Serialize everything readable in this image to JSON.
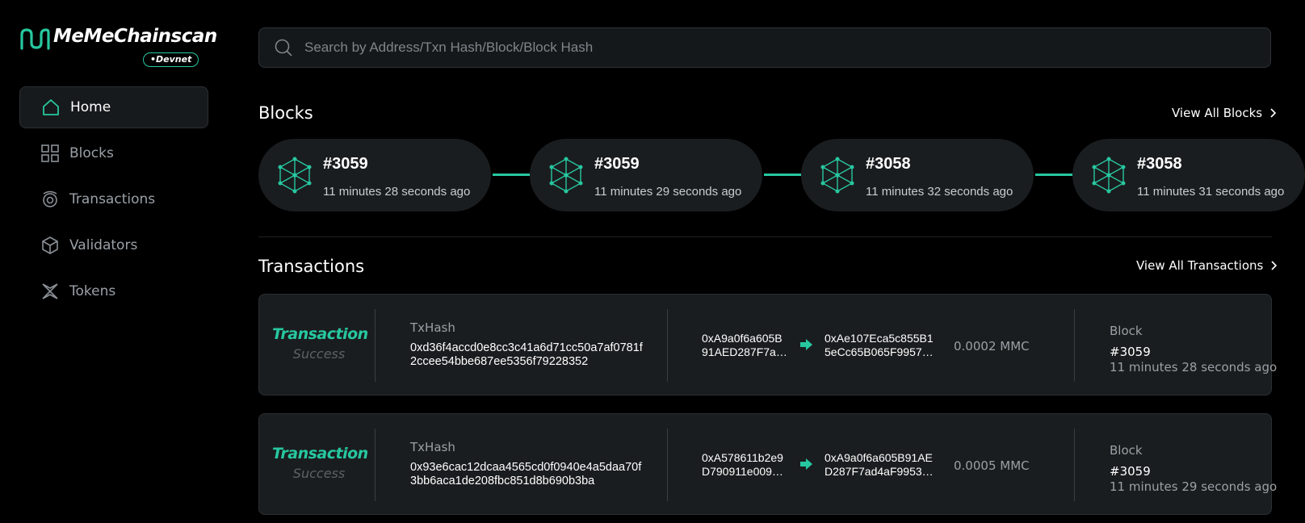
{
  "app": {
    "logo_text": "MeMeChainscan",
    "network_badge": "•Devnet"
  },
  "sidebar": {
    "items": [
      {
        "label": "Home",
        "icon": "home-icon",
        "active": true
      },
      {
        "label": "Blocks",
        "icon": "blocks-icon",
        "active": false
      },
      {
        "label": "Transactions",
        "icon": "transactions-icon",
        "active": false
      },
      {
        "label": "Validators",
        "icon": "validators-icon",
        "active": false
      },
      {
        "label": "Tokens",
        "icon": "tokens-icon",
        "active": false
      }
    ]
  },
  "search": {
    "placeholder": "Search by Address/Txn Hash/Block/Block Hash",
    "value": ""
  },
  "blocks_section": {
    "title": "Blocks",
    "view_all": "View All Blocks",
    "items": [
      {
        "number": "#3059",
        "time": "11 minutes 28 seconds ago"
      },
      {
        "number": "#3059",
        "time": "11 minutes 29 seconds ago"
      },
      {
        "number": "#3058",
        "time": "11 minutes 32 seconds ago"
      },
      {
        "number": "#3058",
        "time": "11 minutes 31 seconds ago"
      }
    ]
  },
  "transactions_section": {
    "title": "Transactions",
    "view_all": "View All Transactions",
    "items": [
      {
        "status_title": "Transaction",
        "status": "Success",
        "hash_label": "TxHash",
        "hash": "0xd36f4accd0e8cc3c41a6d71cc50a7af0781f2ccee54bbe687ee5356f79228352",
        "from_line1": "0xA9a0f6a605B",
        "from_line2": "91AED287F7a…",
        "to_line1": "0xAe107Eca5c855B1",
        "to_line2": "5eCc65B065F9957…",
        "amount": "0.0002 MMC",
        "block_label": "Block",
        "block": "#3059",
        "time": "11 minutes 28 seconds ago"
      },
      {
        "status_title": "Transaction",
        "status": "Success",
        "hash_label": "TxHash",
        "hash": "0x93e6cac12dcaa4565cd0f0940e4a5daa70f3bb6aca1de208fbc851d8b690b3ba",
        "from_line1": "0xA578611b2e9",
        "from_line2": "D790911e009…",
        "to_line1": "0xA9a0f6a605B91AE",
        "to_line2": "D287F7ad4aF9953…",
        "amount": "0.0005 MMC",
        "block_label": "Block",
        "block": "#3059",
        "time": "11 minutes 29 seconds ago"
      }
    ]
  },
  "colors": {
    "accent": "#27c7a0",
    "background": "#000000",
    "card": "#1a1d1f"
  }
}
